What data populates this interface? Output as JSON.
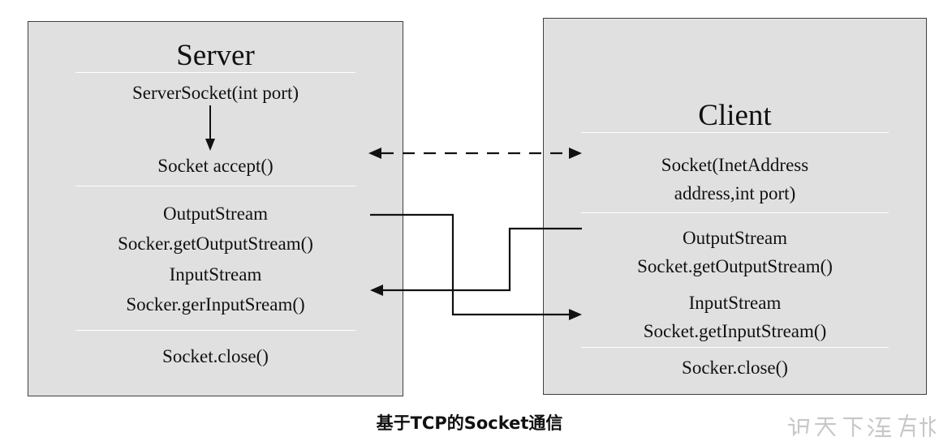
{
  "server": {
    "title": "Server",
    "constructor": "ServerSocket(int port)",
    "accept": "Socket accept()",
    "output_type": "OutputStream",
    "output_call": "Socker.getOutputStream()",
    "input_type": "InputStream",
    "input_call": "Socker.gerInputSream()",
    "close": "Socket.close()"
  },
  "client": {
    "title": "Client",
    "constructor_line1": "Socket(InetAddress",
    "constructor_line2": "address,int port)",
    "output_type": "OutputStream",
    "output_call": "Socket.getOutputStream()",
    "input_type": "InputStream",
    "input_call": "Socket.getInputStream()",
    "close": "Socker.close()"
  },
  "caption": "基于TCP的Socket通信",
  "colors": {
    "box_fill": "#e0e0e0",
    "box_border": "#404040",
    "line": "#111111",
    "text": "#111111",
    "watermark": "#c8c8c8"
  }
}
